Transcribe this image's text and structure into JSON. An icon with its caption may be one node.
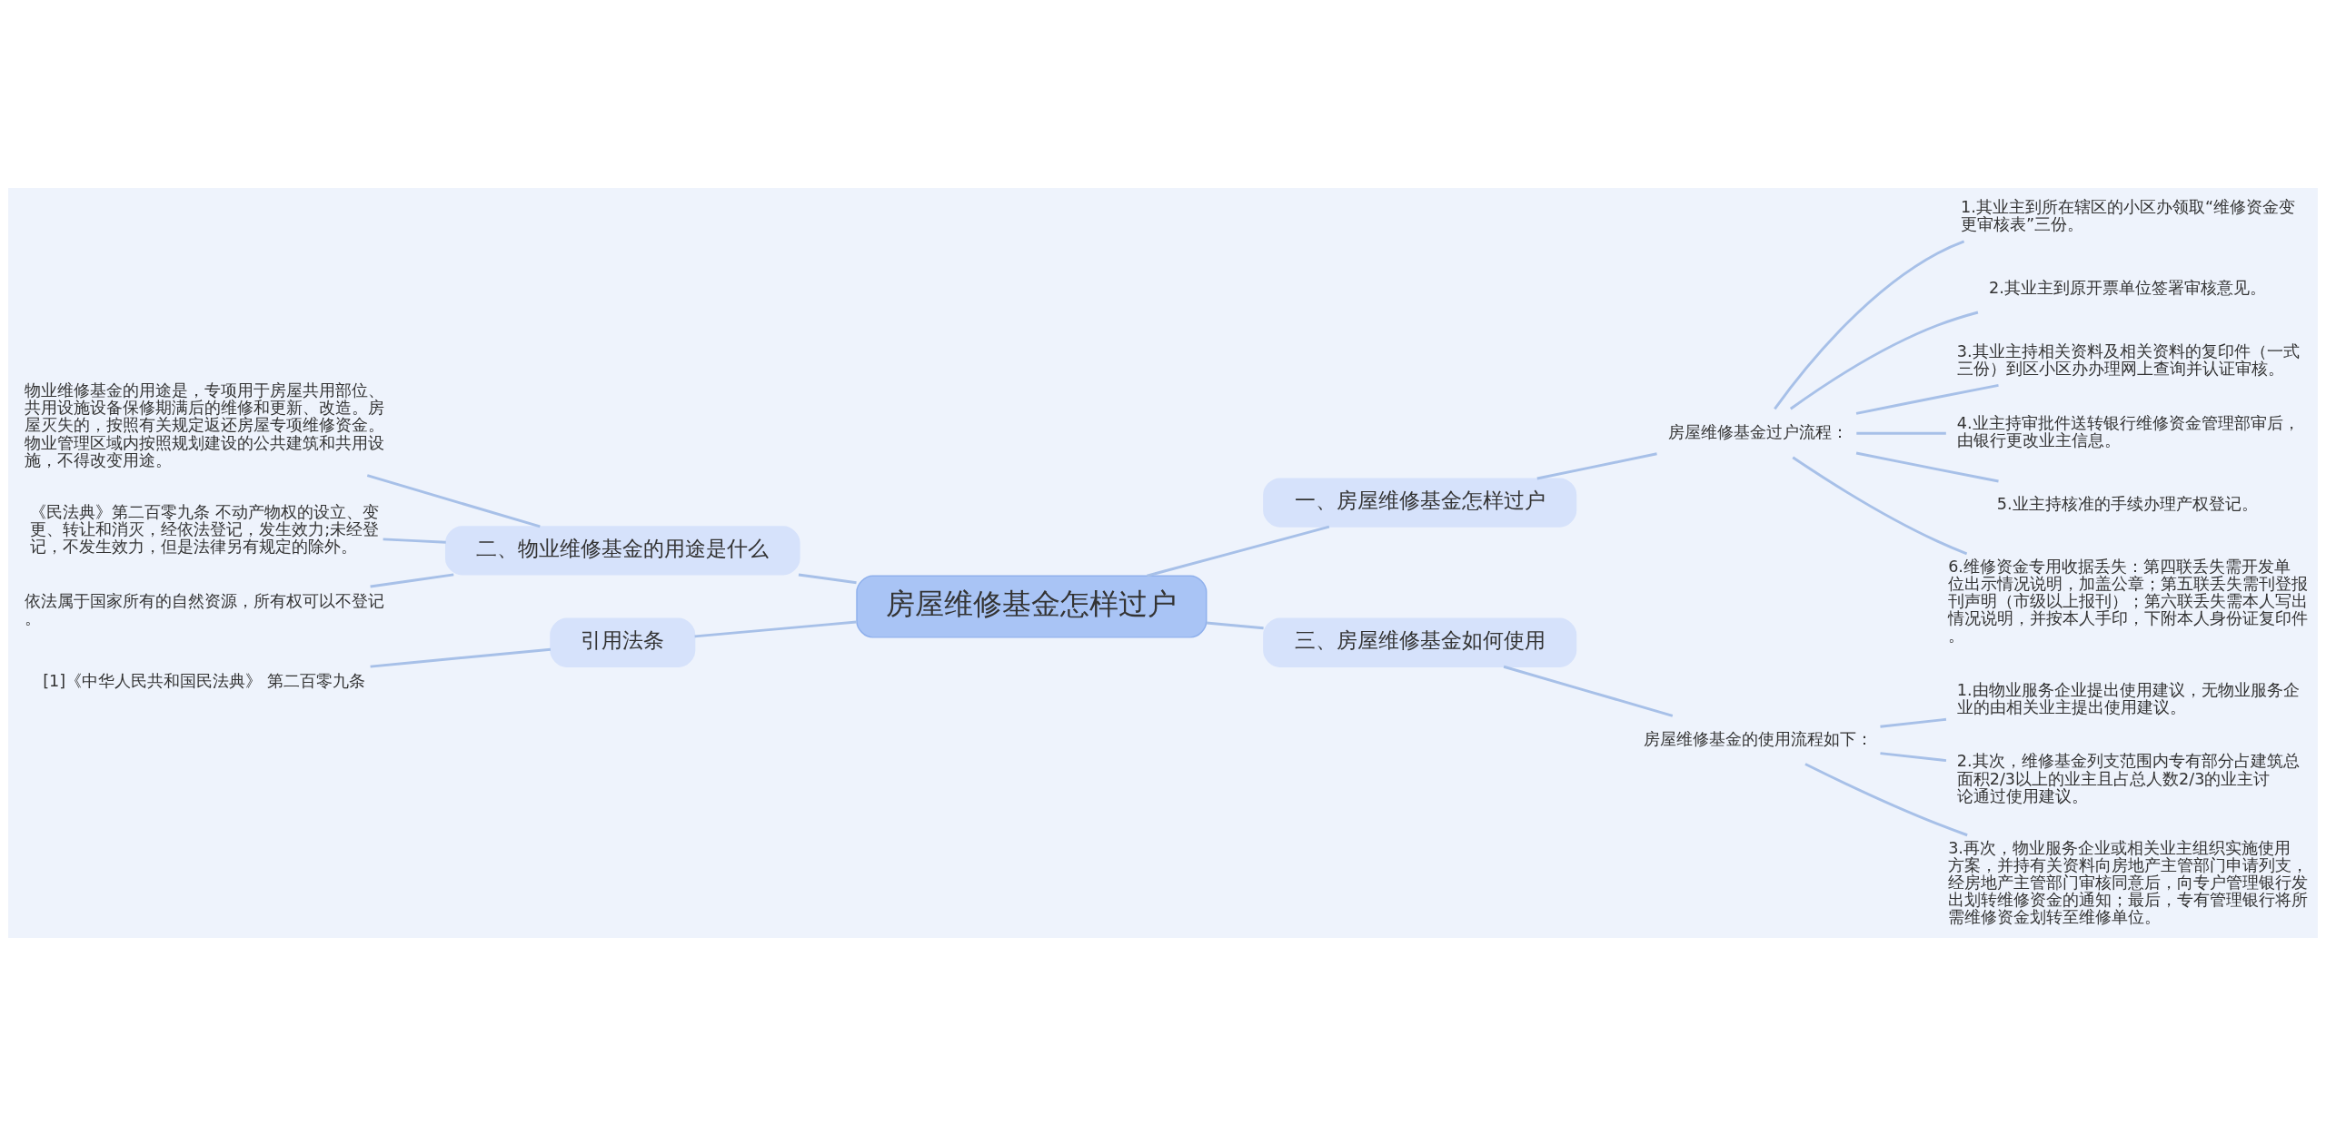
{
  "diagram": {
    "nodes": [
      {
        "text": [
          "房屋维修基金怎样过户"
        ]
      },
      {
        "text": [
          "一、房屋维修基金怎样过户"
        ]
      },
      {
        "text": [
          "房屋维修基金过户流程："
        ]
      },
      {
        "text": [
          "1.其业主到所在辖区的小区办领取“维修资金变更审核表”三份。"
        ]
      },
      {
        "text": [
          "2.其业主到原开票单位签署审核意见。"
        ]
      },
      {
        "text": [
          "3.其业主持相关资料及相关资料的复印件（一式三份）到区小区办办理网上查询并认证审核。"
        ]
      },
      {
        "text": [
          "4.业主持审批件送转银行维修资金管理部审后，由银行更改业主信息。"
        ]
      },
      {
        "text": [
          "5.业主持核准的手续办理产权登记。"
        ]
      },
      {
        "text": [
          "6.维修资金专用收据丢失：第四联丢失需开发单位出示情况说明，加盖公章；第五联丢失需刊登报刊声明（市级以上报刊）；第六联丢失需本人写出情况说明，并按本人手印，下附本人身份证复印件。"
        ]
      },
      {
        "text": [
          "二、物业维修基金的用途是什么"
        ]
      },
      {
        "text": [
          "物业维修基金的用途是，专项用于房屋共用部位、共用设施设备保修期满后的维修和更新、改造。房屋灭失的，按照有关规定返还房屋专项维修资金。物业管理区域内按照规划建设的公共建筑和共用设施，不得改变用途。"
        ]
      },
      {
        "text": [
          "《民法典》第二百零九条 不动产物权的设立、变更、转让和消灭，经依法登记，发生效力;未经登记，不发生效力，但是法律另有规定的除外。"
        ]
      },
      {
        "text": [
          "依法属于国家所有的自然资源，所有权可以不登记。"
        ]
      },
      {
        "text": [
          "引用法条"
        ]
      },
      {
        "text": [
          "[1]《中华人民共和国民法典》 第二百零九条"
        ]
      },
      {
        "text": [
          "三、房屋维修基金如何使用"
        ]
      },
      {
        "text": [
          "房屋维修基金的使用流程如下："
        ]
      },
      {
        "text": [
          "1.由物业服务企业提出使用建议，无物业服务企业的由相关业主提出使用建议。"
        ]
      },
      {
        "text": [
          "2.其次，维修基金列支范围内专有部分占建筑总面积2/3以上的业主且占总人数2/3的业主讨论通过使用建议。"
        ]
      },
      {
        "text": [
          "3.再次，物业服务企业或相关业主组织实施使用方案，并持有关资料向房地产主管部门申请列支，经房地产主管部门审核同意后，向专户管理银行发出划转维修资金的通知；最后，专有管理银行将所需维修资金划转至维修单位。"
        ]
      }
    ],
    "edges": [
      {
        "from": 0,
        "to": 1,
        "arrow": "none"
      },
      {
        "from": 1,
        "to": 2,
        "arrow": "none"
      },
      {
        "from": 2,
        "to": 3,
        "arrow": "none"
      },
      {
        "from": 2,
        "to": 4,
        "arrow": "none"
      },
      {
        "from": 2,
        "to": 5,
        "arrow": "none"
      },
      {
        "from": 2,
        "to": 6,
        "arrow": "none"
      },
      {
        "from": 2,
        "to": 7,
        "arrow": "none"
      },
      {
        "from": 2,
        "to": 8,
        "arrow": "none"
      },
      {
        "from": 0,
        "to": 9,
        "arrow": "none"
      },
      {
        "from": 9,
        "to": 10,
        "arrow": "none"
      },
      {
        "from": 9,
        "to": 11,
        "arrow": "none"
      },
      {
        "from": 9,
        "to": 12,
        "arrow": "none"
      },
      {
        "from": 0,
        "to": 13,
        "arrow": "none"
      },
      {
        "from": 13,
        "to": 14,
        "arrow": "none"
      },
      {
        "from": 0,
        "to": 15,
        "arrow": "none"
      },
      {
        "from": 15,
        "to": 16,
        "arrow": "none"
      },
      {
        "from": 16,
        "to": 17,
        "arrow": "none"
      },
      {
        "from": 16,
        "to": 18,
        "arrow": "none"
      },
      {
        "from": 16,
        "to": 19,
        "arrow": "none"
      }
    ]
  }
}
